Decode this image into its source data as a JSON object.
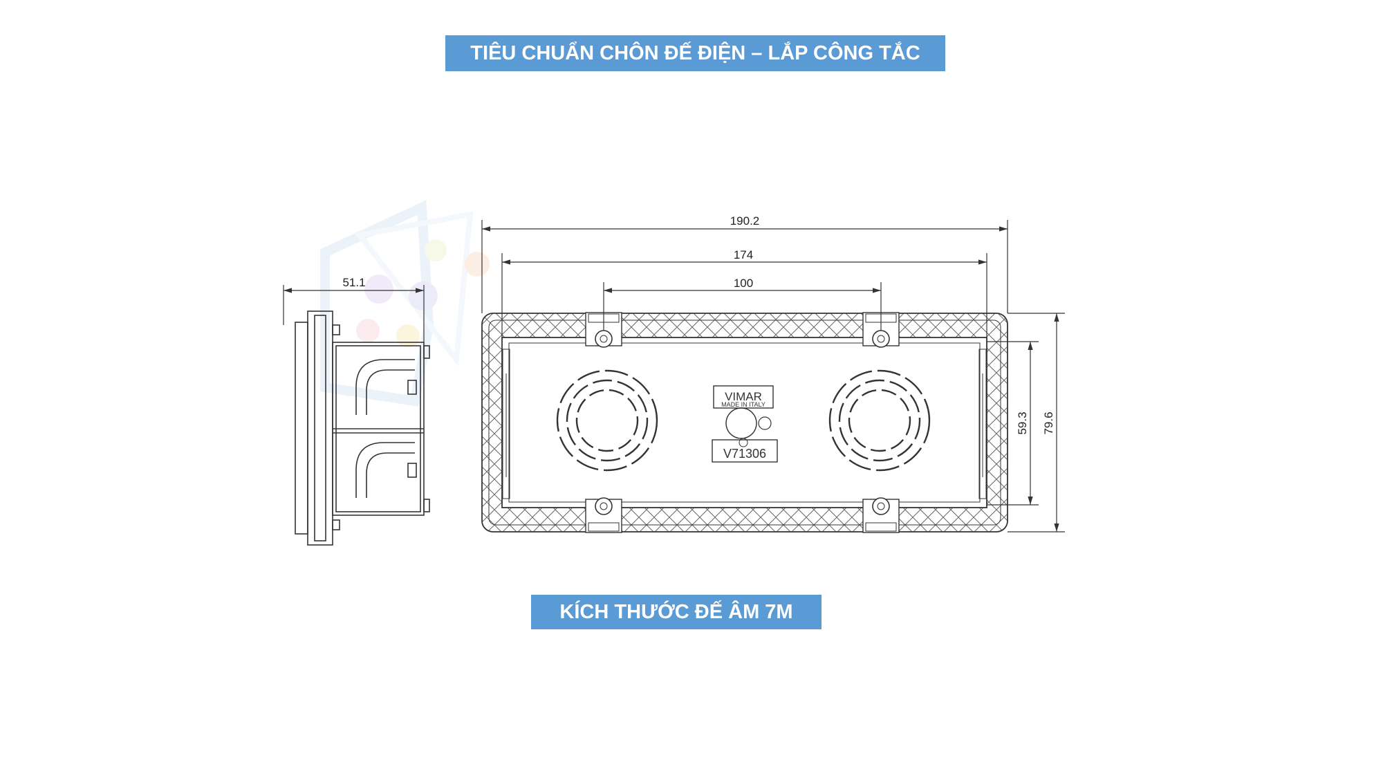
{
  "header": {
    "title": "TIÊU CHUẨN CHÔN ĐẾ ĐIỆN – LẮP CÔNG TẮC CHUẨN"
  },
  "caption": {
    "text": "KÍCH THƯỚC ĐẾ ÂM 7M"
  },
  "dimensions": {
    "side_depth": "51.1",
    "overall_width": "190.2",
    "inner_width": "174",
    "screw_spacing": "100",
    "inner_height": "59.3",
    "overall_height": "79.6"
  },
  "product": {
    "brand": "VIMAR",
    "origin": "MADE IN ITALY",
    "code": "V71306"
  },
  "colors": {
    "banner": "#5b9bd5",
    "line": "#333333"
  }
}
